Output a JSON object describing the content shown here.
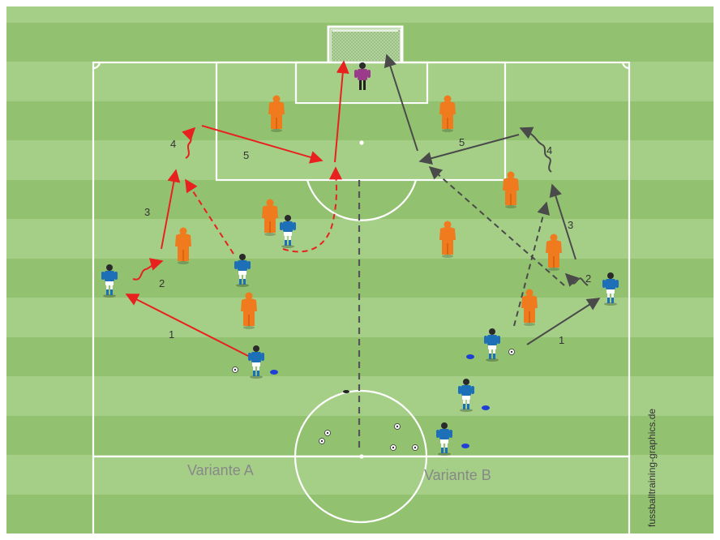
{
  "title": "",
  "colors": {
    "stripe_light": "#a5cf87",
    "stripe_dark": "#92c270",
    "line": "#ffffff",
    "variant_a_arrow": "#e8211f",
    "variant_b_arrow": "#4a4a4a",
    "cone": "#f07a1e",
    "player_shirt": "#1d6fb8",
    "goalkeeper_shirt": "#9a3c8a",
    "cone_marker": "#1f3fd6",
    "center_line": "#555555",
    "variant_label": "#888888"
  },
  "variant_a": {
    "label": "Variante A",
    "steps": [
      "1",
      "2",
      "3",
      "4",
      "5"
    ]
  },
  "variant_b": {
    "label": "Variante B",
    "steps": [
      "1",
      "2",
      "3",
      "4",
      "5"
    ]
  },
  "credit": "fussballtraining-graphics.de",
  "icons": [
    "player-icon",
    "goalkeeper-icon",
    "mannequin-icon",
    "ball-icon",
    "marker-cone-icon",
    "goal-icon"
  ]
}
